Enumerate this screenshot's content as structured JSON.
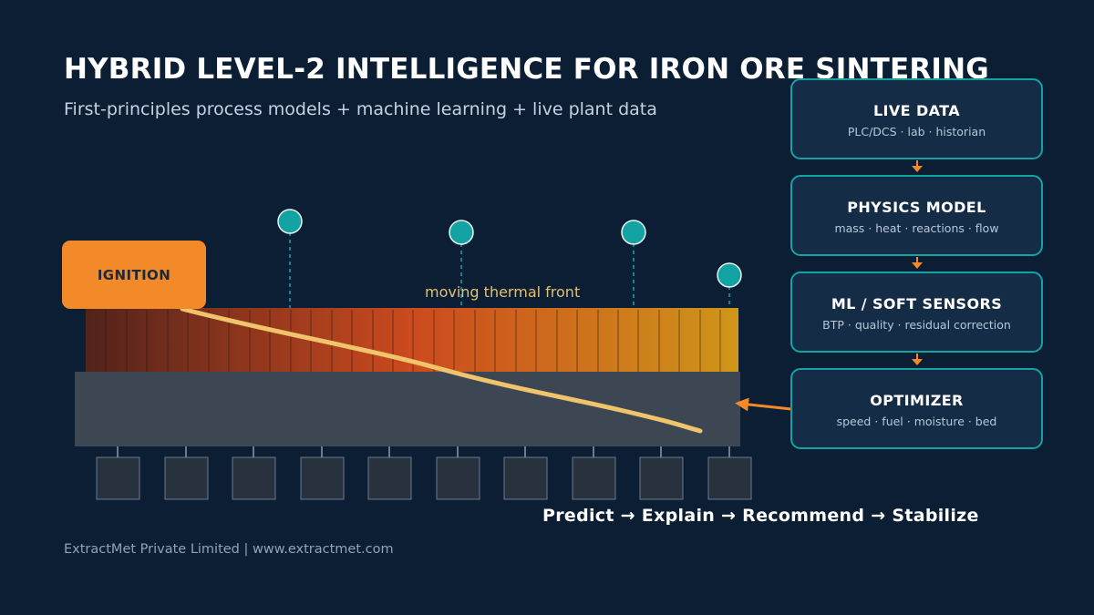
{
  "title": "HYBRID LEVEL-2 INTELLIGENCE FOR IRON ORE SINTERING",
  "subtitle": "First-principles process models + machine learning + live plant data",
  "ignition_label": "IGNITION",
  "front_label": "moving thermal front",
  "pipeline": [
    {
      "title": "LIVE DATA",
      "subtitle": "PLC/DCS · lab · historian"
    },
    {
      "title": "PHYSICS MODEL",
      "subtitle": "mass · heat · reactions · flow"
    },
    {
      "title": "ML / SOFT SENSORS",
      "subtitle": "BTP · quality · residual correction"
    },
    {
      "title": "OPTIMIZER",
      "subtitle": "speed · fuel · moisture · bed"
    }
  ],
  "tagline": "Predict  →  Explain  →  Recommend  →  Stabilize",
  "footer": "ExtractMet Private Limited  |  www.extractmet.com",
  "colors": {
    "background": "#0b1e33",
    "accent_teal": "#14a3a3",
    "accent_orange": "#f28a2a",
    "thermal_front": "#f0c46a",
    "bed_hot_start": "#52231b",
    "bed_hot_mid": "#cc4a1e",
    "bed_hot_end": "#cf961a",
    "strand_gray": "#3d4754",
    "windbox": "#27323e"
  },
  "icons": {
    "sensor": "circle-sensor-icon",
    "connector": "arrow-down-icon",
    "feedback": "arrow-left-icon"
  }
}
